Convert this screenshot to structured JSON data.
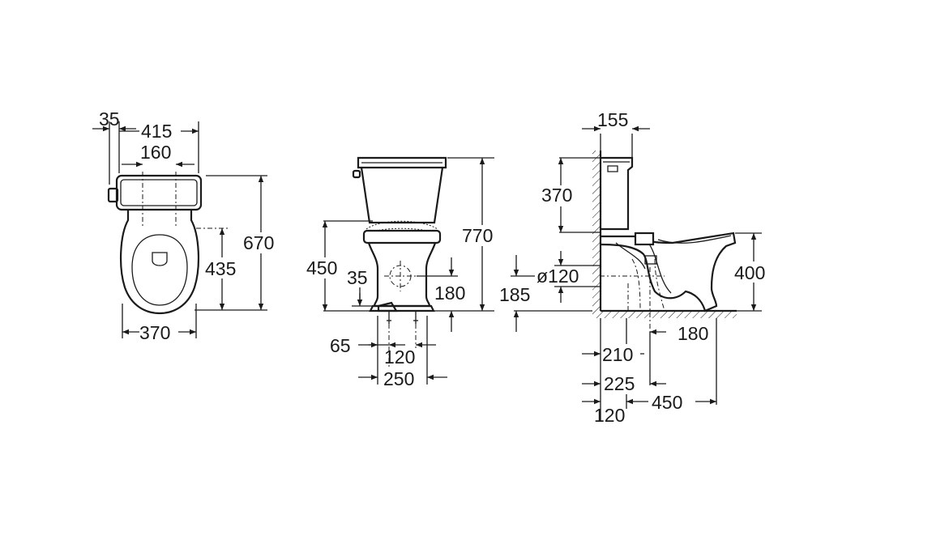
{
  "drawing": {
    "top_view": {
      "d35": "35",
      "d415": "415",
      "d160": "160",
      "d670": "670",
      "d435": "435",
      "d370": "370"
    },
    "front_view": {
      "d770": "770",
      "d450": "450",
      "d35": "35",
      "d180": "180",
      "d65": "65",
      "d120": "120",
      "d250": "250"
    },
    "side_view": {
      "d155": "155",
      "d370": "370",
      "d120_diam": "ø120",
      "d185": "185",
      "d400": "400",
      "d180": "180",
      "d210": "210",
      "d225": "225",
      "d450": "450",
      "d120": "120"
    }
  }
}
